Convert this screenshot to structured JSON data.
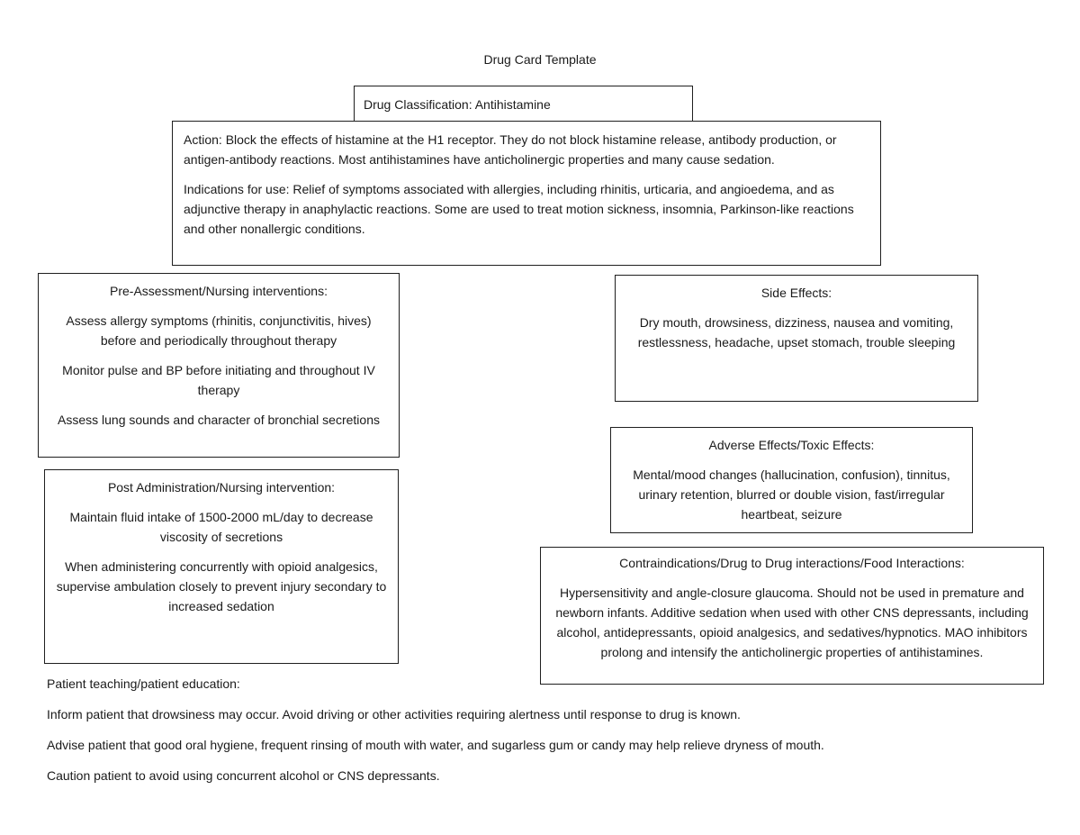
{
  "page": {
    "title": "Drug Card Template"
  },
  "boxes": {
    "classification": {
      "text": "Drug Classification: Antihistamine"
    },
    "action_indications": {
      "paragraphs": [
        "Action: Block the effects of histamine at the H1 receptor. They do not block histamine release, antibody production, or antigen-antibody reactions. Most antihistamines have anticholinergic properties and many cause sedation.",
        "Indications for use: Relief of symptoms associated with allergies, including rhinitis, urticaria, and angioedema, and as adjunctive therapy in anaphylactic reactions. Some are used to treat motion sickness, insomnia, Parkinson-like reactions and other nonallergic conditions."
      ]
    },
    "pre_assessment": {
      "heading": "Pre-Assessment/Nursing interventions:",
      "paragraphs": [
        "Assess allergy symptoms (rhinitis, conjunctivitis, hives) before and periodically throughout therapy",
        "Monitor pulse and BP before initiating and throughout IV therapy",
        "Assess lung sounds and character of bronchial secretions"
      ]
    },
    "side_effects": {
      "heading": "Side Effects:",
      "paragraphs": [
        "Dry mouth, drowsiness, dizziness, nausea and vomiting, restlessness, headache, upset stomach, trouble sleeping"
      ]
    },
    "adverse_effects": {
      "heading": "Adverse Effects/Toxic Effects:",
      "paragraphs": [
        "Mental/mood changes (hallucination, confusion), tinnitus, urinary retention, blurred or double vision, fast/irregular heartbeat, seizure"
      ]
    },
    "post_administration": {
      "heading": "Post Administration/Nursing intervention:",
      "paragraphs": [
        "Maintain fluid intake of 1500-2000 mL/day to decrease viscosity of secretions",
        "When administering concurrently with opioid analgesics, supervise ambulation closely to prevent injury secondary to increased sedation"
      ]
    },
    "contraindications": {
      "heading": "Contraindications/Drug to Drug interactions/Food Interactions:",
      "paragraphs": [
        "Hypersensitivity and angle-closure glaucoma. Should not be used in premature and newborn infants. Additive sedation when used with other CNS depressants, including alcohol, antidepressants, opioid analgesics, and sedatives/hypnotics. MAO inhibitors prolong and intensify the anticholinergic properties of antihistamines."
      ]
    }
  },
  "patient_teaching": {
    "heading": "Patient teaching/patient education:",
    "lines": [
      "Inform patient that drowsiness may occur. Avoid driving or other activities requiring alertness until response to drug is known.",
      "Advise patient that good oral hygiene, frequent rinsing of mouth with water, and sugarless gum or candy may help relieve dryness of mouth.",
      "Caution patient to avoid using concurrent alcohol or CNS depressants."
    ]
  },
  "colors": {
    "text": "#1a1a1a",
    "border": "#1f1f1f",
    "background": "#ffffff"
  }
}
